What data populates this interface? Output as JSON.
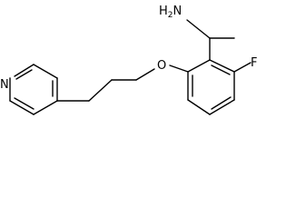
{
  "molecule": {
    "atom_labels": {
      "amine": {
        "main": "H",
        "sub": "2",
        "tail": "N"
      },
      "ether_oxygen": "O",
      "fluorine": "F",
      "pyridine_nitrogen": "N"
    }
  }
}
